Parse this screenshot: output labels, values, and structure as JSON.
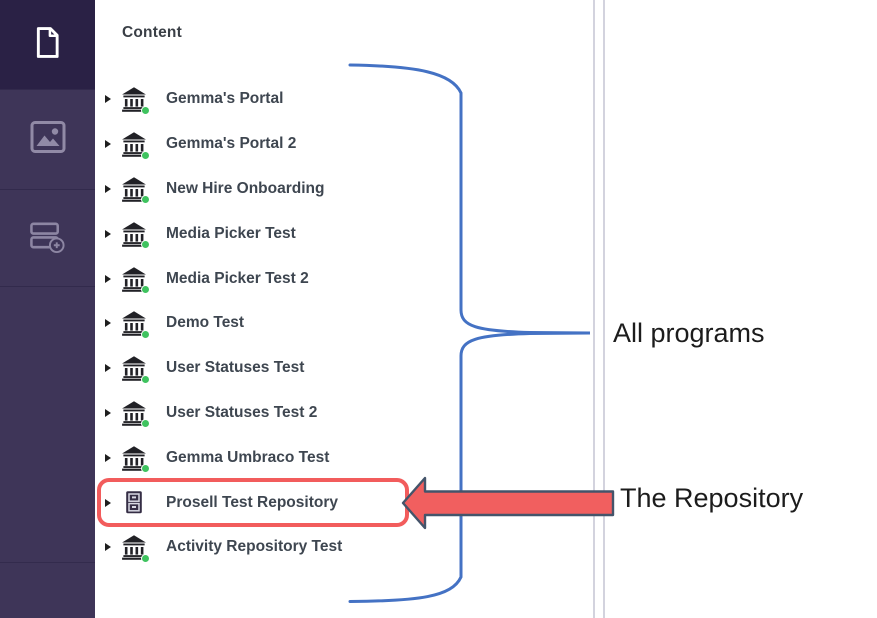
{
  "sidebar": {
    "items": [
      {
        "icon": "document-icon",
        "active": true
      },
      {
        "icon": "image-icon",
        "active": false
      },
      {
        "icon": "list-add-icon",
        "active": false
      }
    ]
  },
  "tree": {
    "header": "Content",
    "items": [
      {
        "label": "Gemma's Portal",
        "icon": "bank-icon",
        "dot": true,
        "highlighted": false
      },
      {
        "label": "Gemma's Portal 2",
        "icon": "bank-icon",
        "dot": true,
        "highlighted": false
      },
      {
        "label": "New Hire Onboarding",
        "icon": "bank-icon",
        "dot": true,
        "highlighted": false
      },
      {
        "label": "Media Picker Test",
        "icon": "bank-icon",
        "dot": true,
        "highlighted": false
      },
      {
        "label": "Media Picker Test 2",
        "icon": "bank-icon",
        "dot": true,
        "highlighted": false
      },
      {
        "label": "Demo Test",
        "icon": "bank-icon",
        "dot": true,
        "highlighted": false
      },
      {
        "label": "User Statuses Test",
        "icon": "bank-icon",
        "dot": true,
        "highlighted": false
      },
      {
        "label": "User Statuses Test 2",
        "icon": "bank-icon",
        "dot": true,
        "highlighted": false
      },
      {
        "label": "Gemma Umbraco Test",
        "icon": "bank-icon",
        "dot": true,
        "highlighted": false
      },
      {
        "label": "Prosell Test Repository",
        "icon": "cabinet-icon",
        "dot": false,
        "highlighted": true
      },
      {
        "label": "Activity Repository Test",
        "icon": "bank-icon",
        "dot": true,
        "highlighted": false
      }
    ]
  },
  "annotations": {
    "all_programs": "All programs",
    "the_repository": "The Repository",
    "colors": {
      "brace": "#4472C4",
      "arrow_fill": "#F15F5F",
      "arrow_outline": "#44546A",
      "highlight_box": "#F25C5C"
    }
  }
}
